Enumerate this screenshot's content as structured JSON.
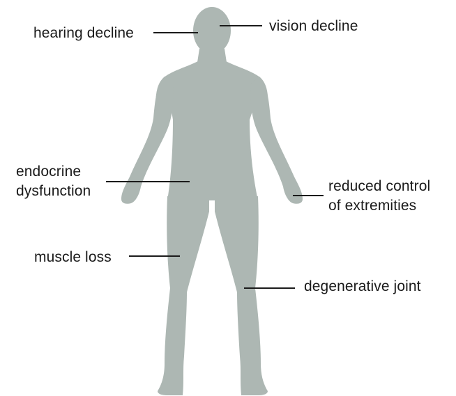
{
  "diagram": {
    "figure_color": "#adb7b3",
    "leader_color": "#1a1a1a",
    "labels": {
      "hearing": "hearing decline",
      "vision": "vision decline",
      "endocrine": [
        "endocrine",
        "dysfunction"
      ],
      "reduced": [
        "reduced control",
        "of extremities"
      ],
      "muscle": "muscle loss",
      "joint": "degenerative joint"
    }
  }
}
